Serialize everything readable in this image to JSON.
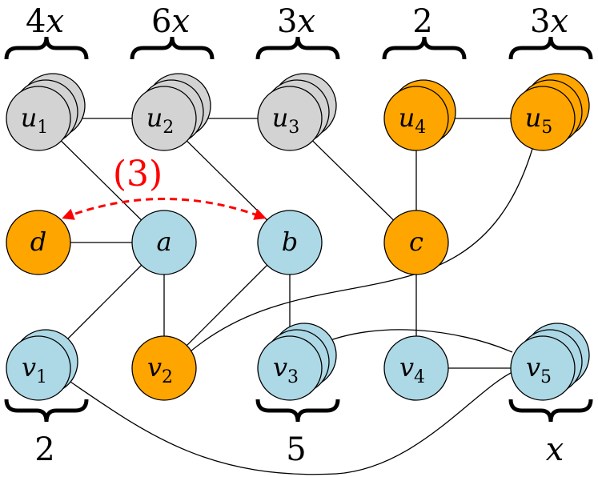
{
  "colors": {
    "gray": "#d3d3d3",
    "orange": "#ffa500",
    "blue": "#add8e6",
    "red": "#ff0000"
  },
  "nodes": {
    "u1": {
      "base": "u",
      "sub": "1",
      "color": "gray",
      "stack": 3
    },
    "u2": {
      "base": "u",
      "sub": "2",
      "color": "gray",
      "stack": 3
    },
    "u3": {
      "base": "u",
      "sub": "3",
      "color": "gray",
      "stack": 3
    },
    "u4": {
      "base": "u",
      "sub": "4",
      "color": "orange",
      "stack": 2
    },
    "u5": {
      "base": "u",
      "sub": "5",
      "color": "orange",
      "stack": 3
    },
    "d": {
      "base": "d",
      "sub": "",
      "color": "orange",
      "stack": 1
    },
    "a": {
      "base": "a",
      "sub": "",
      "color": "blue",
      "stack": 1
    },
    "b": {
      "base": "b",
      "sub": "",
      "color": "blue",
      "stack": 1
    },
    "c": {
      "base": "c",
      "sub": "",
      "color": "orange",
      "stack": 1
    },
    "v1": {
      "base": "v",
      "sub": "1",
      "color": "blue",
      "stack": 2
    },
    "v2": {
      "base": "v",
      "sub": "2",
      "color": "orange",
      "stack": 1
    },
    "v3": {
      "base": "v",
      "sub": "3",
      "color": "blue",
      "stack": 3
    },
    "v4": {
      "base": "v",
      "sub": "4",
      "color": "blue",
      "stack": 1
    },
    "v5": {
      "base": "v",
      "sub": "5",
      "color": "blue",
      "stack": 3
    }
  },
  "counts": {
    "u1": {
      "num": "4",
      "var": "x"
    },
    "u2": {
      "num": "6",
      "var": "x"
    },
    "u3": {
      "num": "3",
      "var": "x"
    },
    "u4": {
      "num": "2",
      "var": ""
    },
    "u5": {
      "num": "3",
      "var": "x"
    },
    "v1": {
      "num": "2",
      "var": ""
    },
    "v3": {
      "num": "5",
      "var": ""
    },
    "v5": {
      "num": "",
      "var": "x"
    }
  },
  "edges": [
    [
      "u1",
      "u2"
    ],
    [
      "u2",
      "u3"
    ],
    [
      "u4",
      "u5"
    ],
    [
      "u1",
      "a"
    ],
    [
      "u2",
      "b"
    ],
    [
      "u3",
      "c"
    ],
    [
      "u4",
      "c"
    ],
    [
      "d",
      "a"
    ],
    [
      "a",
      "v1"
    ],
    [
      "a",
      "v2"
    ],
    [
      "b",
      "v2"
    ],
    [
      "b",
      "v3"
    ],
    [
      "c",
      "v4"
    ],
    [
      "v4",
      "v5"
    ],
    [
      "u5",
      "v2"
    ],
    [
      "v3",
      "v5"
    ],
    [
      "v1",
      "v5"
    ]
  ],
  "swap_label": "(3)"
}
